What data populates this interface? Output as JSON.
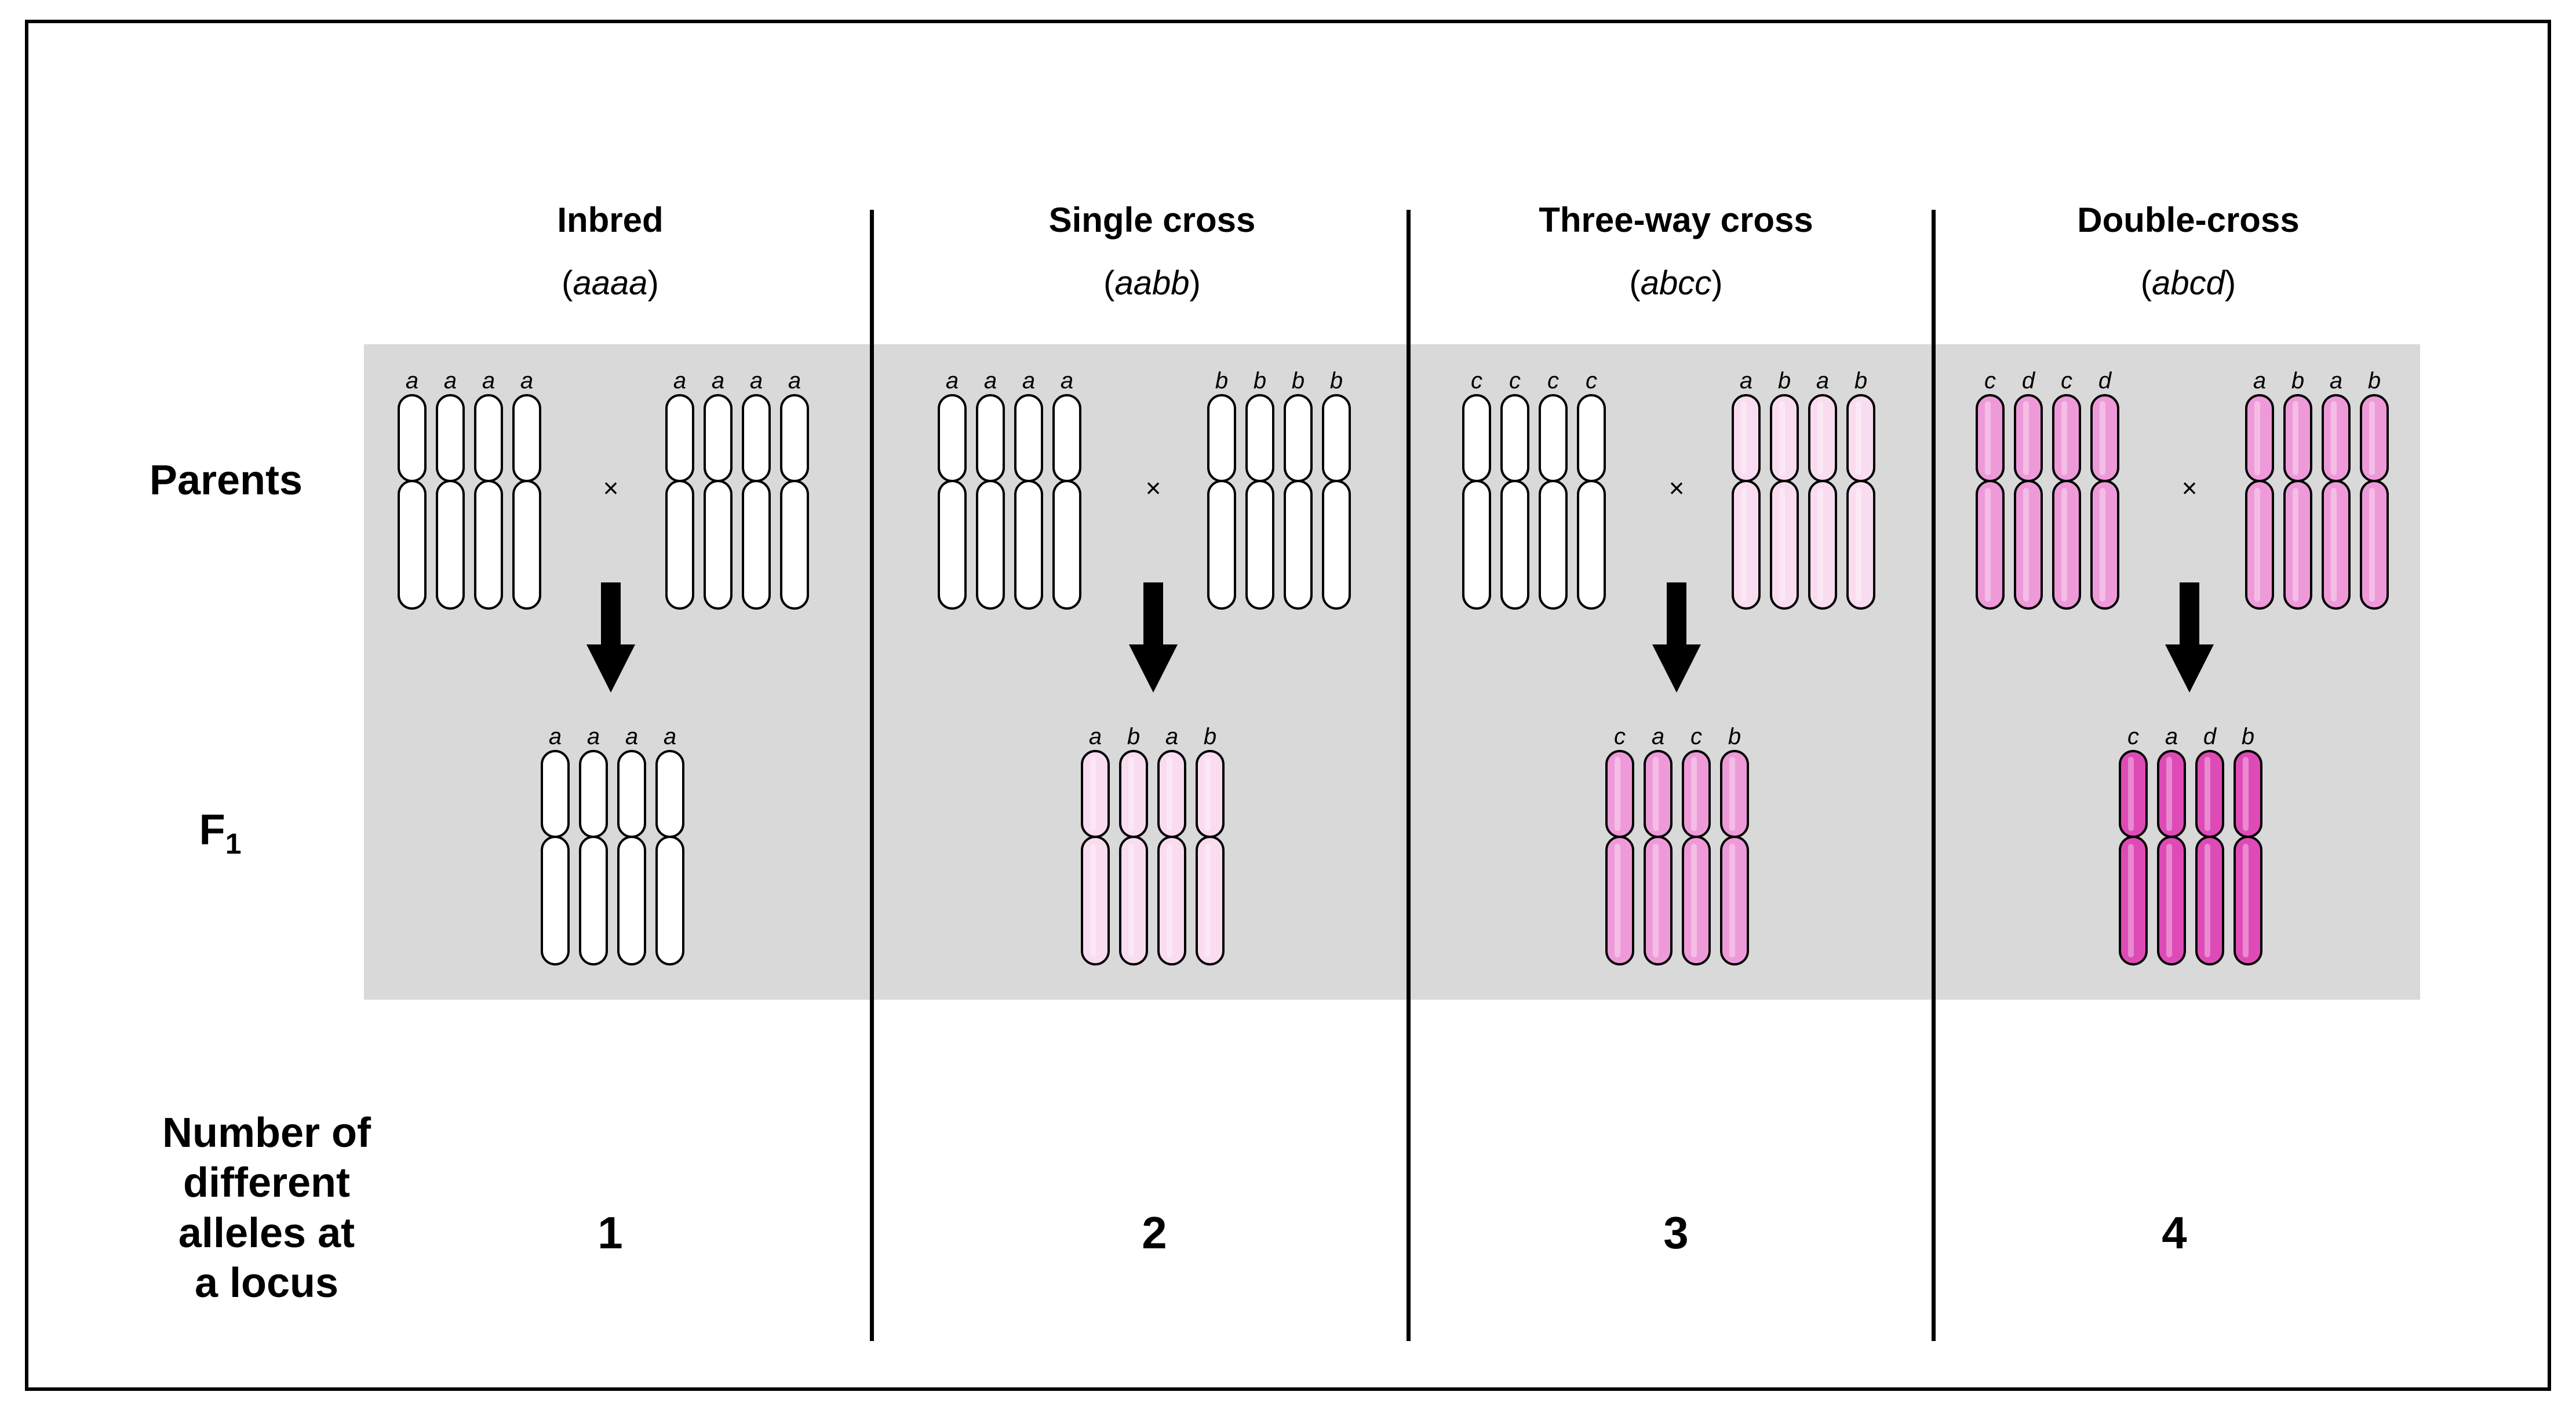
{
  "rows": {
    "parents": "Parents",
    "f1_base": "F",
    "f1_sub": "1",
    "alleles": [
      "Number of",
      "different",
      "alleles at",
      "a locus"
    ]
  },
  "cross_symbol": "×",
  "columns": [
    {
      "title": "Inbred",
      "genotype": "aaaa",
      "parent1": {
        "alleles": [
          "a",
          "a",
          "a",
          "a"
        ],
        "color": "#ffffff"
      },
      "parent2": {
        "alleles": [
          "a",
          "a",
          "a",
          "a"
        ],
        "color": "#ffffff"
      },
      "f1": {
        "alleles": [
          "a",
          "a",
          "a",
          "a"
        ],
        "color": "#ffffff"
      },
      "count": "1"
    },
    {
      "title": "Single cross",
      "genotype": "aabb",
      "parent1": {
        "alleles": [
          "a",
          "a",
          "a",
          "a"
        ],
        "color": "#ffffff"
      },
      "parent2": {
        "alleles": [
          "b",
          "b",
          "b",
          "b"
        ],
        "color": "#ffffff"
      },
      "f1": {
        "alleles": [
          "a",
          "b",
          "a",
          "b"
        ],
        "color": "#f9dcf0"
      },
      "count": "2"
    },
    {
      "title": "Three-way cross",
      "genotype": "abcc",
      "parent1": {
        "alleles": [
          "c",
          "c",
          "c",
          "c"
        ],
        "color": "#ffffff"
      },
      "parent2": {
        "alleles": [
          "a",
          "b",
          "a",
          "b"
        ],
        "color": "#f9dcf0"
      },
      "f1": {
        "alleles": [
          "c",
          "a",
          "c",
          "b"
        ],
        "color": "#ee9ad9"
      },
      "count": "3"
    },
    {
      "title": "Double-cross",
      "genotype": "abcd",
      "parent1": {
        "alleles": [
          "c",
          "d",
          "c",
          "d"
        ],
        "color": "#ee9ad9"
      },
      "parent2": {
        "alleles": [
          "a",
          "b",
          "a",
          "b"
        ],
        "color": "#ee9ad9"
      },
      "f1": {
        "alleles": [
          "c",
          "a",
          "d",
          "b"
        ],
        "color": "#de4bb6"
      },
      "count": "4"
    }
  ]
}
